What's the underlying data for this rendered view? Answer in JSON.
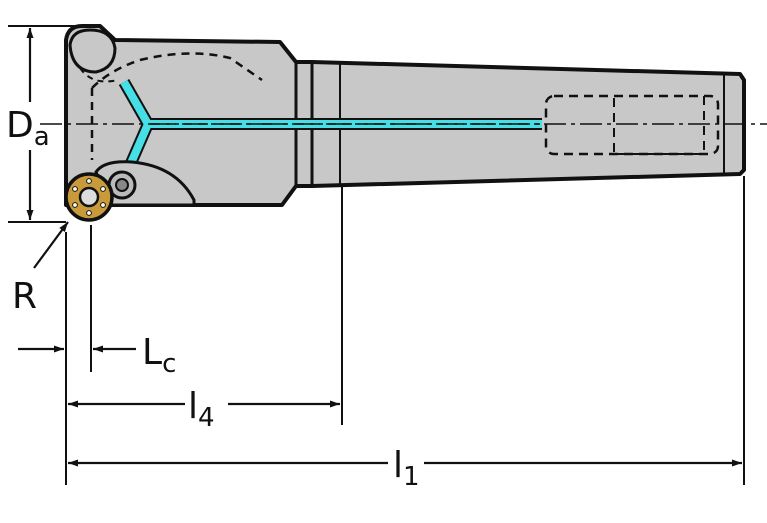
{
  "diagram": {
    "labels": {
      "da_main": "D",
      "da_sub": "a",
      "r": "R",
      "lc_main": "L",
      "lc_sub": "c",
      "l4_main": "l",
      "l4_sub": "4",
      "l1_main": "l",
      "l1_sub": "1"
    },
    "colors": {
      "body_fill": "#c8c8c8",
      "outline": "#111111",
      "coolant": "#46dfe6",
      "insert": "#c89a3a",
      "background": "#ffffff"
    }
  }
}
